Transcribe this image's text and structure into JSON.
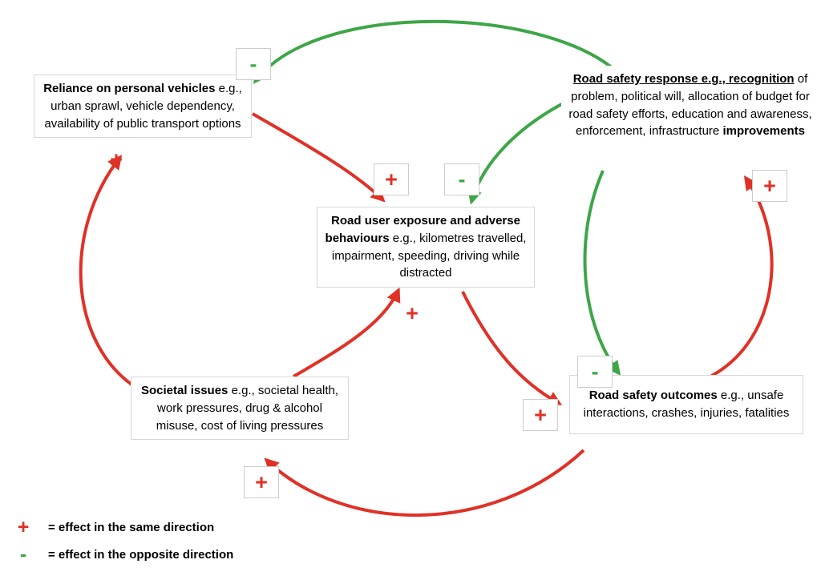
{
  "nodes": {
    "reliance": {
      "bold": "Reliance on personal vehicles",
      "rest": " e.g., urban sprawl, vehicle dependency, availability of public transport options"
    },
    "response": {
      "bold": "Road safety response e.g., recognition",
      "rest": " of problem, political will, allocation of budget for road safety efforts, education and awareness, enforcement, infrastructure ",
      "bold2": "improvements"
    },
    "exposure": {
      "bold": "Road user exposure and adverse behaviours",
      "rest": " e.g., kilometres travelled, impairment, speeding, driving while distracted"
    },
    "societal": {
      "bold": "Societal issues",
      "rest": " e.g., societal health, work pressures, drug & alcohol misuse, cost of living pressures"
    },
    "outcomes": {
      "bold": "Road safety outcomes",
      "rest": " e.g., unsafe interactions, crashes, injuries, fatalities"
    }
  },
  "signs": {
    "plus": "+",
    "minus": "-"
  },
  "legend": {
    "plus_symbol": "+",
    "plus_text": "= effect in the same direction",
    "minus_symbol": "-",
    "minus_text": "= effect in the opposite direction"
  },
  "colors": {
    "positive": "#e03127",
    "negative": "#3da647"
  }
}
